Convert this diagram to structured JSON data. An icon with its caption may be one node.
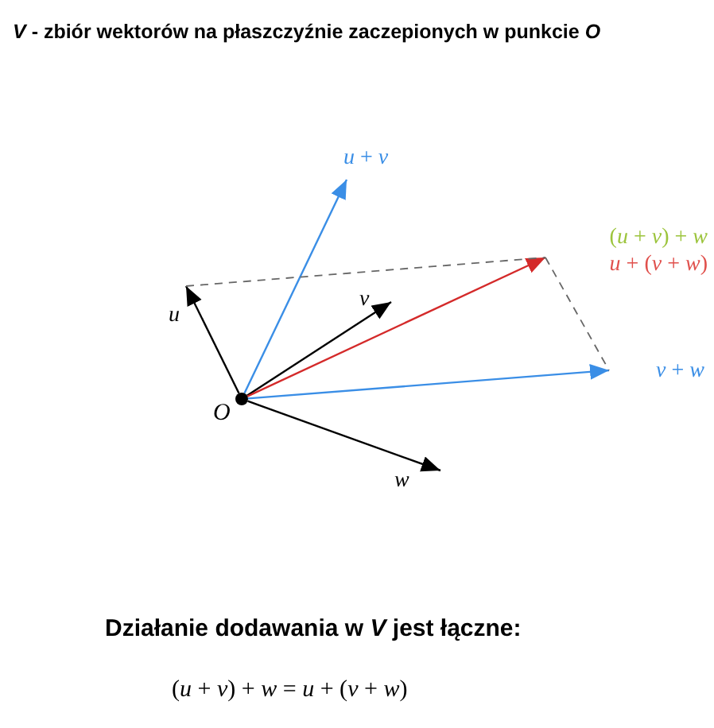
{
  "diagram": {
    "title": "*V* - zbiór wektorów na płaszczyźnie zaczepionych w punkcie *O*",
    "nodes": [
      {
        "text": [],
        "shape": "circle",
        "beside": [
          "O"
        ]
      },
      {
        "text": [
          "u"
        ]
      },
      {
        "text": [
          "v"
        ]
      },
      {
        "text": [
          "w"
        ]
      },
      {
        "text": [
          "*u* + *v*"
        ]
      },
      {
        "text": [
          "*v* + *w*"
        ]
      },
      {
        "text": [
          "(*u* + *v*) + *w*",
          "*u* + (*v* + *w*)"
        ]
      }
    ],
    "edges": [
      {
        "from": 0,
        "to": 1,
        "arrow": "to"
      },
      {
        "from": 0,
        "to": 2,
        "arrow": "to"
      },
      {
        "from": 0,
        "to": 3,
        "arrow": "to"
      },
      {
        "from": 0,
        "to": 4,
        "arrow": "to",
        "color": "#3a8ee6"
      },
      {
        "from": 0,
        "to": 5,
        "arrow": "to",
        "color": "#3a8ee6"
      },
      {
        "from": 0,
        "to": 6,
        "arrow": "to",
        "color": "#d42a2a"
      },
      {
        "from": 1,
        "to": 6,
        "arrow": "none",
        "style": "dashed",
        "color": "#666666"
      },
      {
        "from": 6,
        "to": 5,
        "arrow": "none",
        "style": "dashed",
        "color": "#666666"
      }
    ],
    "labels": [
      "Działanie dodawania w *V* jest łączne:",
      "(*u* + *v*) + *w* = *u* + (*v* + *w*)"
    ]
  }
}
